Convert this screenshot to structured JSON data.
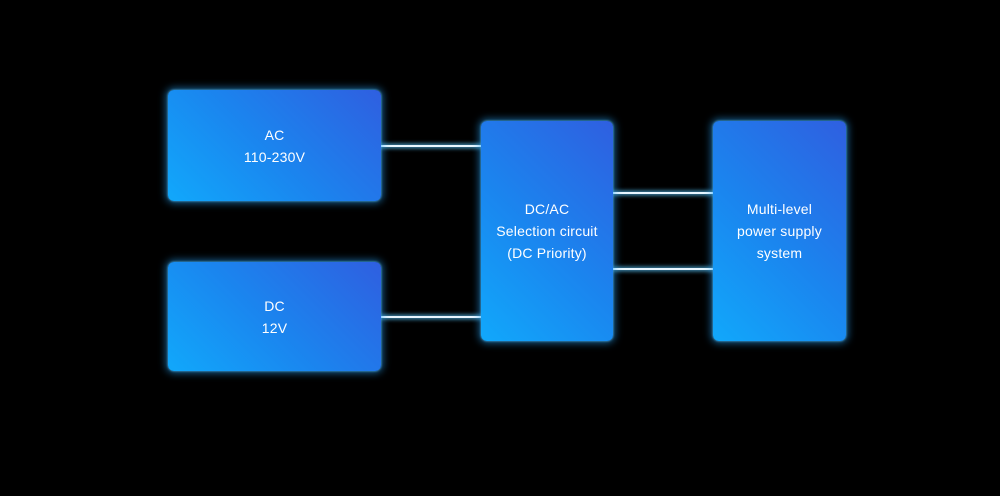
{
  "nodes": {
    "ac": {
      "lines": [
        "AC",
        "110-230V"
      ]
    },
    "dc": {
      "lines": [
        "DC",
        "12V"
      ]
    },
    "selection": {
      "lines": [
        "DC/AC",
        "Selection circuit",
        "(DC Priority)"
      ]
    },
    "multi_level": {
      "lines": [
        "Multi-level",
        "power supply",
        "system"
      ]
    }
  },
  "edges": [
    {
      "from": "ac",
      "to": "selection"
    },
    {
      "from": "dc",
      "to": "selection"
    },
    {
      "from": "selection",
      "to": "multi_level"
    },
    {
      "from": "selection",
      "to": "multi_level"
    }
  ],
  "colors": {
    "background": "#000000",
    "box_gradient_start": "#11a8fb",
    "box_gradient_end": "#2f5fe0",
    "connector": "#e8f6ff",
    "glow": "#28aaff",
    "text": "#ffffff"
  }
}
